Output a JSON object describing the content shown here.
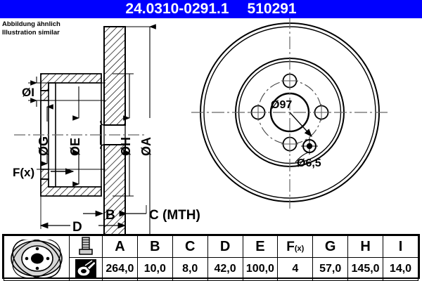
{
  "header": {
    "part_number": "24.0310-0291.1",
    "reference_number": "510291",
    "background_color": "#0000FF",
    "text_color": "#FFFFFF"
  },
  "note": {
    "line_de": "Abbildung ähnlich",
    "line_en": "Illustration similar"
  },
  "drawing": {
    "section_view_labels": {
      "dia_i": "ØI",
      "dia_g": "ØG",
      "dia_e": "ØE",
      "dia_h": "ØH",
      "dia_a": "ØA",
      "fx": "F(x)",
      "b": "B",
      "c": "C (MTH)",
      "d": "D"
    },
    "front_view_labels": {
      "center_bore": "Ø97",
      "small_hole": "Ø6,5"
    },
    "bolt_hole_count": 4,
    "line_color": "#000000",
    "centerline_color": "#555555"
  },
  "table": {
    "headers": [
      "A",
      "B",
      "C",
      "D",
      "E",
      "F(x)",
      "G",
      "H",
      "I"
    ],
    "fx_header_main": "F",
    "fx_header_sub": "(x)",
    "values": [
      "264,0",
      "10,0",
      "8,0",
      "42,0",
      "100,0",
      "4",
      "57,0",
      "145,0",
      "14,0"
    ],
    "icons": {
      "disc": "brake-disc-icon",
      "bolt": "bolt-icon",
      "gauge": "thickness-gauge-icon"
    }
  }
}
